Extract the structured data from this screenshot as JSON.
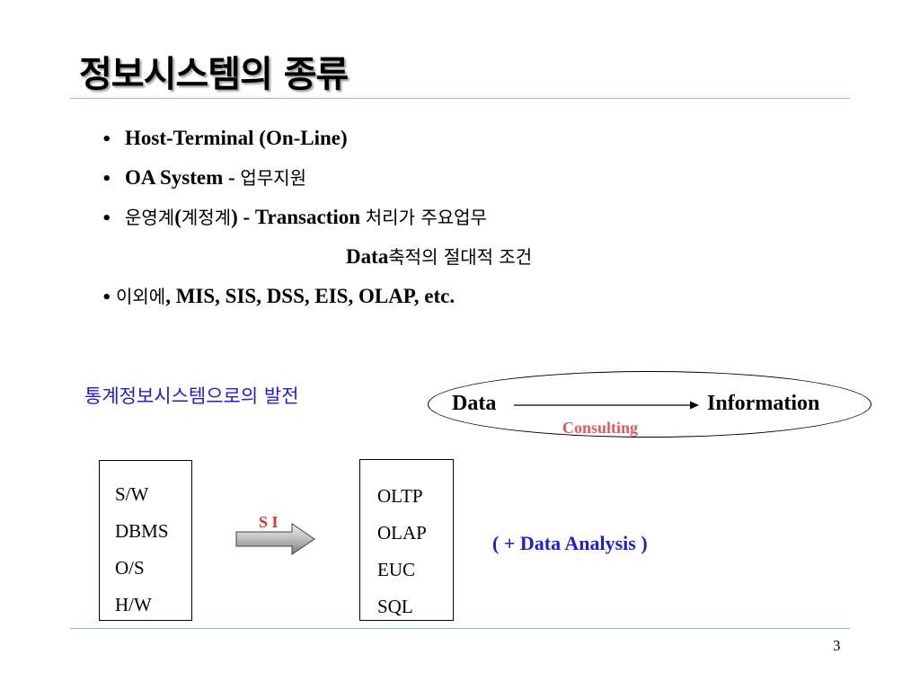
{
  "title": "정보시스템의 종류",
  "bullets": [
    {
      "dot": "•",
      "parts": [
        "Host-Terminal  (On-Line)"
      ]
    },
    {
      "dot": "•",
      "parts": [
        "OA System - ",
        "업무지원"
      ]
    },
    {
      "dot": "•",
      "parts": [
        "운영계",
        "(",
        "계정계",
        ") - Transaction ",
        "처리가 주요업무"
      ]
    },
    {
      "dot": "",
      "parts": [
        "Data",
        "축적의 절대적 조건"
      ]
    },
    {
      "dot": "•",
      "parts": [
        "이외에",
        ", MIS, SIS, DSS, EIS, OLAP, etc."
      ]
    }
  ],
  "evolution_heading": "통계정보시스템으로의 발전",
  "flow": {
    "from": "Data",
    "to": "Information",
    "via": "Consulting"
  },
  "left_box": [
    "S/W",
    "DBMS",
    "O/S",
    "H/W"
  ],
  "arrow_label": "S I",
  "right_box": [
    "OLTP",
    "OLAP",
    "EUC",
    "SQL"
  ],
  "analysis_note": "( + Data Analysis )",
  "page_number": "3",
  "colors": {
    "rule": "#7fc7c0",
    "blue_text": "#1e1ecc",
    "red_text": "#e03030",
    "consulting": "#e05a5a"
  }
}
